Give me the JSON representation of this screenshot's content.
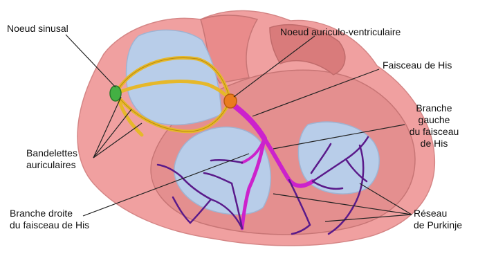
{
  "labels": {
    "noeud_sinusal": "Noeud sinusal",
    "noeud_av": "Noeud auriculo-ventriculaire",
    "faisceau_his": "Faisceau de His",
    "branche_gauche": [
      "Branche",
      "gauche",
      "du faisceau",
      "de His"
    ],
    "bandelettes": [
      "Bandelettes",
      "auriculaires"
    ],
    "branche_droite": [
      "Branche droite",
      "du faisceau de His"
    ],
    "reseau_purkinje": [
      "Réseau",
      "de Purkinje"
    ]
  },
  "colors": {
    "outer_heart": "#f0a0a0",
    "heart_wall": "#e98b8b",
    "inner_wall": "#d97b7b",
    "chamber": "#b8cde9",
    "sa_node": "#43b043",
    "av_node": "#ea7c1e",
    "atrial_bands": "#e6b82a",
    "his_bundle": "#cc22cc",
    "purkinje": "#5a1a8a"
  }
}
